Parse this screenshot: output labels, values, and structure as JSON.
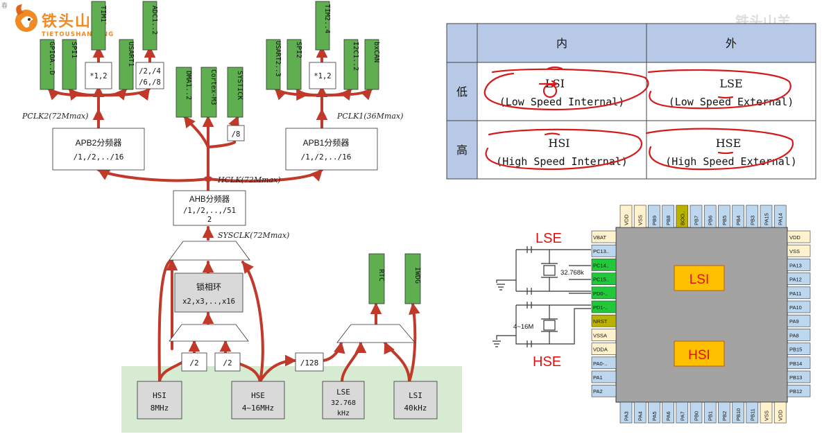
{
  "logo": {
    "brand_cn": "铁头山羊",
    "brand_pinyin": "TIETOUSHANYANG",
    "corner_mark": "春"
  },
  "watermark": "铁头山羊",
  "clock_tree": {
    "peripherals_apb2": [
      "GPIOA..D",
      "SPI1",
      "TIM1",
      "USART1",
      "ADC1..2"
    ],
    "apb2_mult": "*1,2",
    "apb2_adc_div": [
      "/2,/4",
      "/6,/8"
    ],
    "peripherals_ahb": [
      "DMA1..2",
      "Cortex-M3",
      "SYSTICK"
    ],
    "systick_div": "/8",
    "peripherals_apb1": [
      "USART2..3",
      "SPI2",
      "TIM2..4",
      "I2C1..2",
      "bxCAN"
    ],
    "apb1_mult": "*1,2",
    "pclk2_label": "PCLK2(72Mmax)",
    "pclk1_label": "PCLK1(36Mmax)",
    "apb2_prescaler": {
      "title": "APB2分频器",
      "values": "/1,/2,../16"
    },
    "apb1_prescaler": {
      "title": "APB1分频器",
      "values": "/1,/2,../16"
    },
    "hclk_label": "HCLK(72Mmax)",
    "ahb_prescaler": {
      "title": "AHB分频器",
      "values": "/1,/2,..,/51",
      "values_wrap": "2"
    },
    "sysclk_label": "SYSCLK(72Mmax)",
    "pll": {
      "title": "锁相环",
      "values": "x2,x3,..,x16"
    },
    "pll_prediv_hsi": "/2",
    "pll_prediv_hse": "/2",
    "rtc_hse_div": "/128",
    "rtc": "RTC",
    "iwdg": "IWDG",
    "sources": [
      {
        "name": "HSI",
        "freq": "8MHz"
      },
      {
        "name": "HSE",
        "freq": "4~16MHz"
      },
      {
        "name": "LSE",
        "freq": "32.768",
        "freq2": "kHz"
      },
      {
        "name": "LSI",
        "freq": "40kHz"
      }
    ]
  },
  "table": {
    "headers": [
      "内",
      "外"
    ],
    "rows": [
      {
        "label": "低",
        "cells": [
          [
            "LSI",
            "(Low Speed Internal)"
          ],
          [
            "LSE",
            "(Low Speed External)"
          ]
        ]
      },
      {
        "label": "高",
        "cells": [
          [
            "HSI",
            "(High Speed Internal)"
          ],
          [
            "HSE",
            "(High Speed External)"
          ]
        ]
      }
    ]
  },
  "chip": {
    "top_pins": [
      "VDD",
      "VSS",
      "PB9",
      "PB8",
      "BOO..",
      "PB7",
      "PB6",
      "PB5",
      "PB4",
      "PB3",
      "PA15",
      "PA14"
    ],
    "left_pins": [
      "VBAT",
      "PC13..",
      "PC14..",
      "PC15..",
      "PD0-..",
      "PD1-..",
      "NRST",
      "VSSA",
      "VDDA",
      "PA0-..",
      "PA1",
      "PA2"
    ],
    "right_pins": [
      "VDD",
      "VSS",
      "PA13",
      "PA12",
      "PA11",
      "PA10",
      "PA9",
      "PA8",
      "PB15",
      "PB14",
      "PB13",
      "PB12"
    ],
    "bottom_pins": [
      "PA3",
      "PA4",
      "PA5",
      "PA6",
      "PA7",
      "PB0",
      "PB1",
      "PB2",
      "PB10",
      "PB11",
      "VSS",
      "VDD"
    ],
    "lsi_label": "LSI",
    "hsi_label": "HSI",
    "lse_label": "LSE",
    "hse_label": "HSE",
    "crystal_lse": "32.768k",
    "crystal_hse": "4~16M"
  }
}
